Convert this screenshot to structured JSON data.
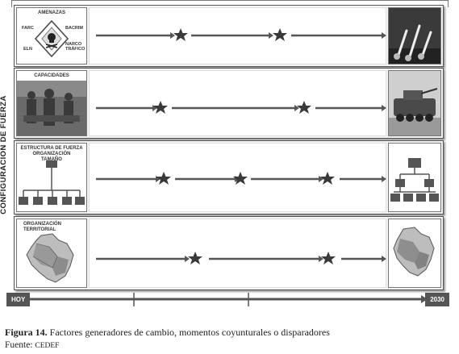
{
  "side_label": "CONFIGURACIÓN DE FUERZA",
  "rows": [
    {
      "title": "AMENAZAS",
      "threats": [
        "FARC",
        "BACRIM",
        "ELN",
        "NARCO\nTRÁFICO"
      ]
    },
    {
      "title": "CAPACIDADES"
    },
    {
      "title": "ESTRUCTURA DE FUERZA\nORGANIZACIÓN\nTAMAÑO"
    },
    {
      "title": "ORGANIZACIÓN\nTERRITORIAL"
    }
  ],
  "timeline": {
    "start": "HOY",
    "end": "2030"
  },
  "caption": {
    "label": "Figura 14.",
    "text": "Factores generadores de cambio, momentos coyunturales o disparadores"
  },
  "source": {
    "prefix": "Fuente:",
    "name": "CEDEF"
  },
  "colors": {
    "arrow": "#555555",
    "star": "#3a3a3a",
    "timeline": "#555555"
  }
}
